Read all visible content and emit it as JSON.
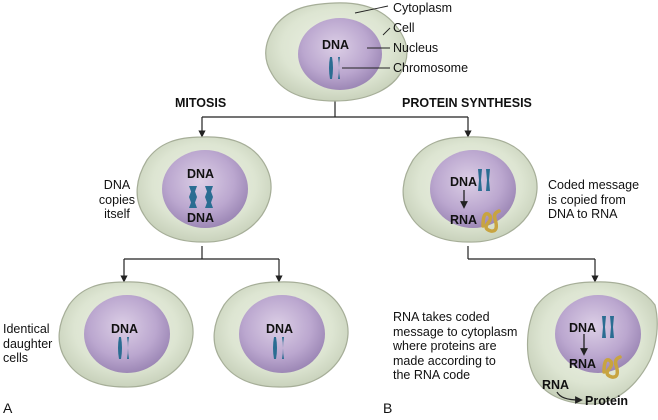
{
  "labels": {
    "cytoplasm": "Cytoplasm",
    "cell": "Cell",
    "nucleus": "Nucleus",
    "chromosome": "Chromosome",
    "dna": "DNA",
    "rna": "RNA",
    "protein": "Protein"
  },
  "headings": {
    "mitosis": "MITOSIS",
    "protein_synthesis": "PROTEIN SYNTHESIS"
  },
  "captions": {
    "dna_copies_itself": [
      "DNA",
      "copies",
      "itself"
    ],
    "identical_daughter_cells": [
      "Identical",
      "daughter",
      "cells"
    ],
    "coded_message": [
      "Coded message",
      "is copied from",
      "DNA to RNA"
    ],
    "rna_takes": [
      "RNA takes coded",
      "message to cytoplasm",
      "where proteins are",
      "made according to",
      "the RNA code"
    ]
  },
  "panels": {
    "a": "A",
    "b": "B"
  },
  "colors": {
    "cytoplasm": "#d9e2cf",
    "cell_edge": "#a6ae98",
    "nucleus": "#b8a5cd",
    "chromosome": "#2a6d92",
    "rna_strand": "#c8a440",
    "line": "#222222"
  }
}
